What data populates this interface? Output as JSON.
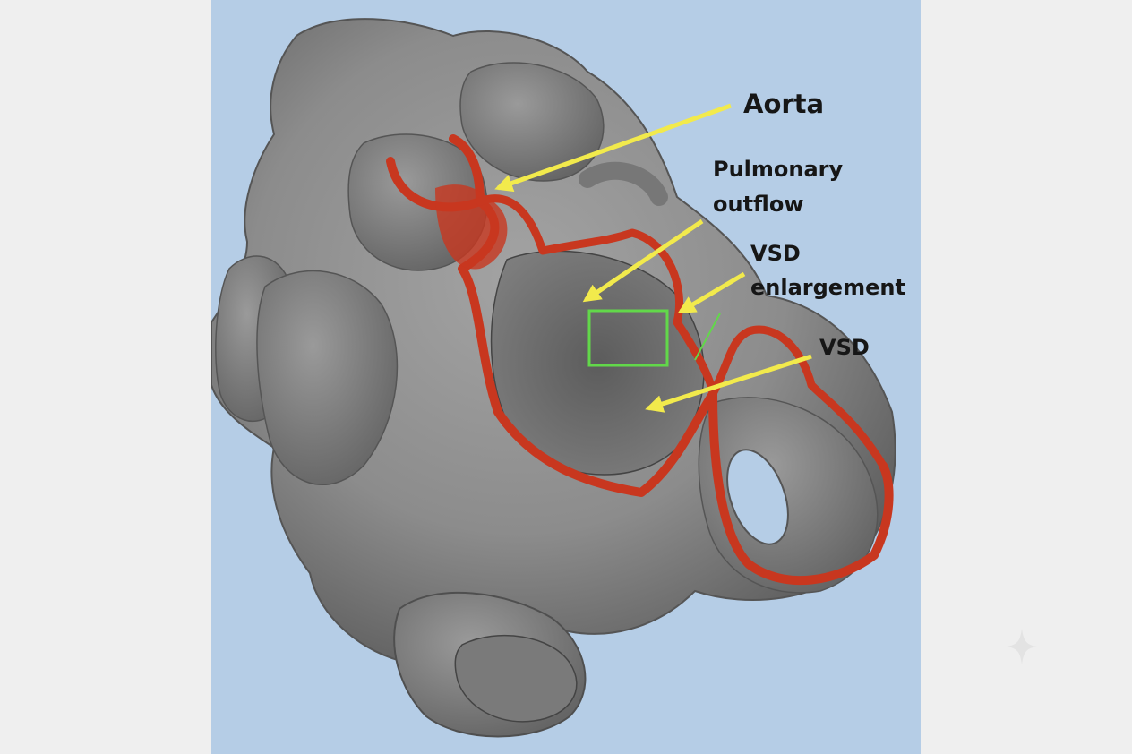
{
  "image": {
    "background_color": "#b5cde6",
    "page_color": "#efefef",
    "tissue_color": "#8c8c8c",
    "wall_highlight_color": "#c8371f",
    "arrow_color": "#f2ea4c",
    "selection_box_color": "#62d84a"
  },
  "annotations": {
    "aorta": "Aorta",
    "pulmonary_line1": "Pulmonary",
    "pulmonary_line2": "outflow",
    "vsd_enlargement_line1": "VSD",
    "vsd_enlargement_line2": "enlargement",
    "vsd": "VSD"
  },
  "icons": {
    "corner_mark": "sparkle-icon"
  }
}
